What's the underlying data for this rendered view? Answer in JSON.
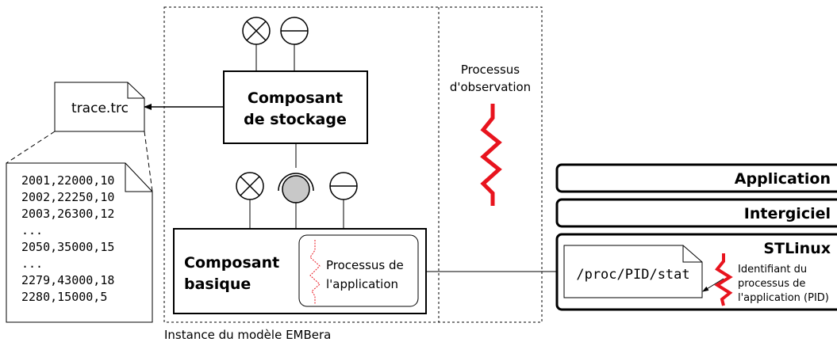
{
  "trace_file": {
    "name": "trace.trc",
    "lines": [
      "2001,22000,10",
      "2002,22250,10",
      "2003,26300,12",
      "...",
      "2050,35000,15",
      "...",
      "2279,43000,18",
      "2280,15000,5"
    ]
  },
  "instance": {
    "caption": "Instance du modèle EMBera",
    "storage_component": {
      "line1": "Composant",
      "line2": "de stockage"
    },
    "basic_component": {
      "line1": "Composant",
      "line2": "basique"
    },
    "app_process": {
      "line1": "Processus de",
      "line2": "l'application"
    },
    "observation_process": {
      "line1": "Processus",
      "line2": "d'observation"
    }
  },
  "stack": {
    "layers": [
      "Application",
      "Intergiciel",
      "STLinux"
    ],
    "proc_file": "/proc/PID/stat",
    "pid_label": [
      "Identifiant du",
      "processus de",
      "l'application (PID)"
    ]
  },
  "colors": {
    "accent_red": "#e8141e",
    "required_interface_fill": "#c8c8c8"
  }
}
